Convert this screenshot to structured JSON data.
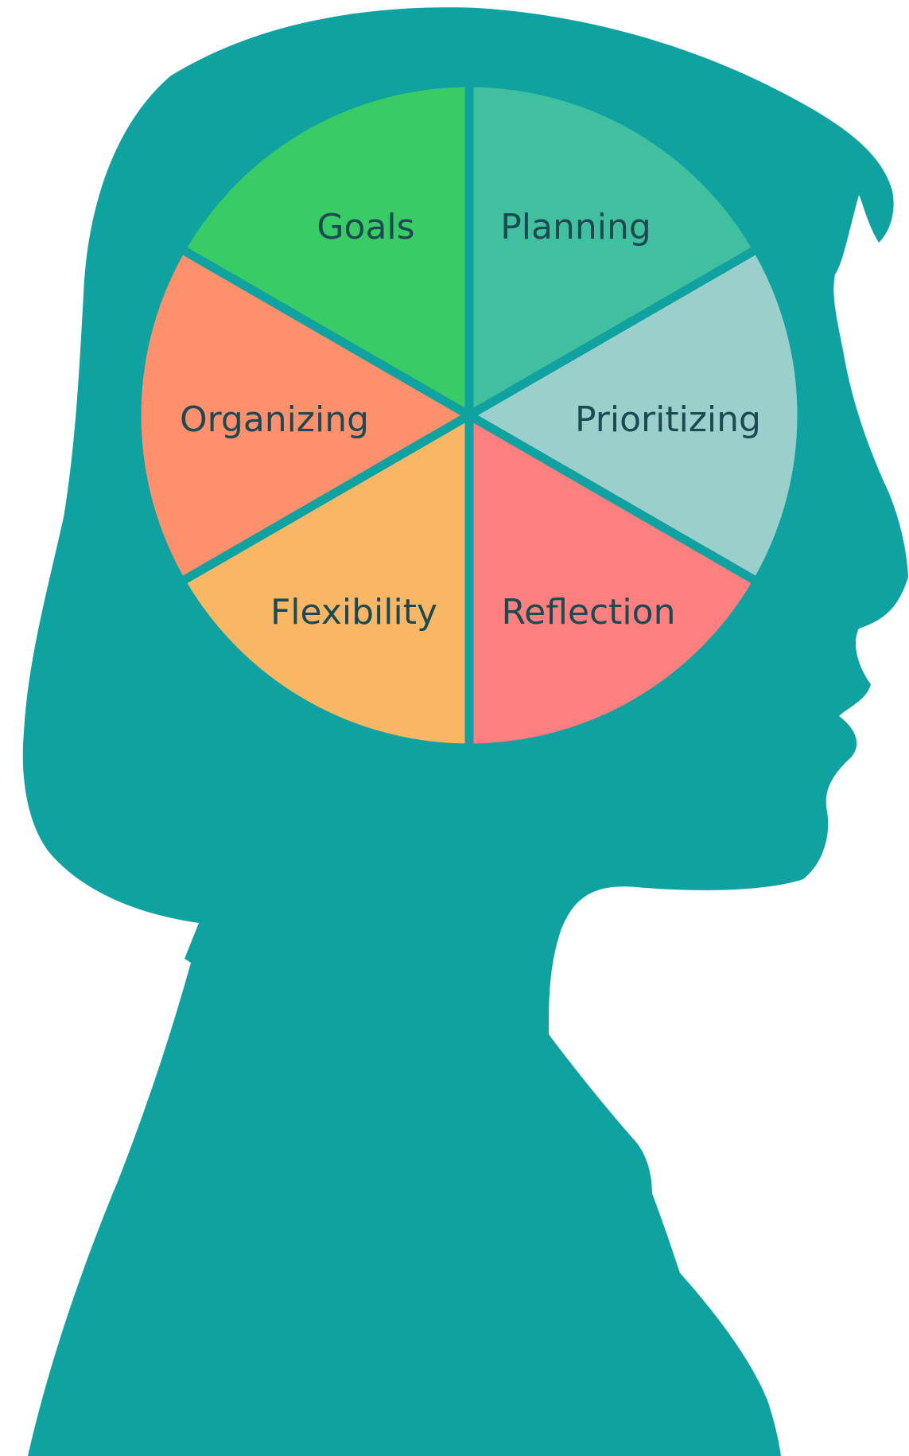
{
  "colors": {
    "silhouette": "#10a2a1",
    "background": "#ffffff",
    "divider": "#10a2a1",
    "label_text": "#1d4a52"
  },
  "diagram": {
    "type": "pie-in-head",
    "segments": [
      {
        "label": "Goals",
        "color": "#40c09f"
      },
      {
        "label": "Planning",
        "color": "#9bcfcc"
      },
      {
        "label": "Prioritizing",
        "color": "#fe7f7f"
      },
      {
        "label": "Reflection",
        "color": "#f9b766"
      },
      {
        "label": "Flexibility",
        "color": "#fe906d"
      },
      {
        "label": "Organizing",
        "color": "#38cb66"
      }
    ]
  }
}
